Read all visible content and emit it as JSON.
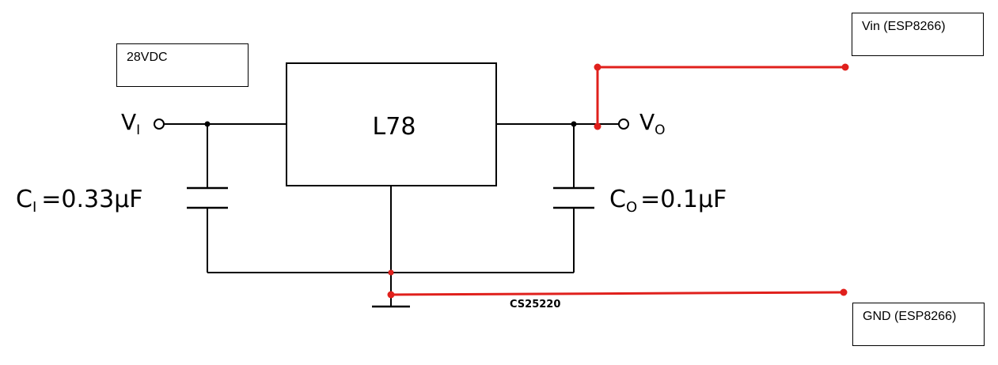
{
  "diagram": {
    "regulator_label": "L78",
    "input_pin_label": {
      "main": "V",
      "sub": "I"
    },
    "output_pin_label": {
      "main": "V",
      "sub": "O"
    },
    "c_in_label": {
      "main": "C",
      "sub": "I",
      "value": "=0.33μF"
    },
    "c_out_label": {
      "main": "C",
      "sub": "O",
      "value": "=0.1μF"
    },
    "code_label": "CS25220",
    "boxes": {
      "supply": "28VDC",
      "vin": "Vin (ESP8266)",
      "gnd": "GND (ESP8266)"
    },
    "colors": {
      "wire": "#000000",
      "added_wire": "#e0201c",
      "background": "#ffffff"
    }
  }
}
